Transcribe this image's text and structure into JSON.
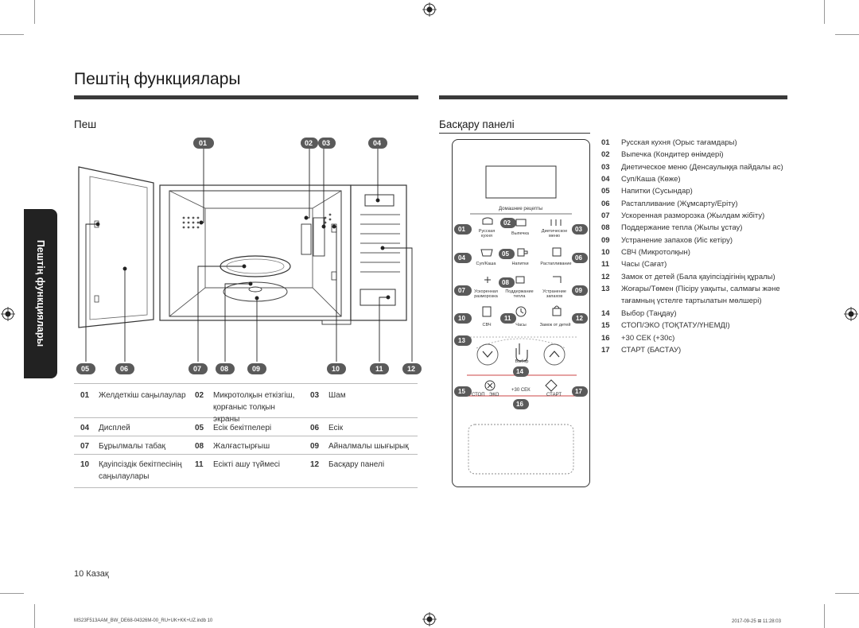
{
  "page_title": "Пештің функциялары",
  "side_tab_label": "Пештің функциялары",
  "oven_section": {
    "title": "Пеш",
    "callouts": {
      "top": [
        "01",
        "02",
        "03",
        "04"
      ],
      "bottom": [
        "05",
        "06",
        "07",
        "08",
        "09",
        "10",
        "11",
        "12"
      ]
    },
    "legend": [
      {
        "num": "01",
        "text": "Желдеткіш саңылаулар"
      },
      {
        "num": "02",
        "text": "Микротолқын еткізгіш, қорғаныс толқын экраны"
      },
      {
        "num": "03",
        "text": "Шам"
      },
      {
        "num": "04",
        "text": "Дисплей"
      },
      {
        "num": "05",
        "text": "Есік бекітпелері"
      },
      {
        "num": "06",
        "text": "Есік"
      },
      {
        "num": "07",
        "text": "Бұрылмалы табақ"
      },
      {
        "num": "08",
        "text": "Жалғастырғыш"
      },
      {
        "num": "09",
        "text": "Айналмалы шығырық"
      },
      {
        "num": "10",
        "text": "Қауіпсіздік бекітпесінің саңылаулары"
      },
      {
        "num": "11",
        "text": "Есікті ашу түймесі"
      },
      {
        "num": "12",
        "text": "Басқару панелі"
      }
    ]
  },
  "panel_section": {
    "title": "Басқару панелі",
    "panel": {
      "header": "Домашние рецепты",
      "russkaya": "Русская кухня",
      "vypechka": "Выпечка",
      "dieta": "Диетическое меню",
      "sup": "Суп/Каша",
      "napitki": "Напитки",
      "rastap": "Растапливание",
      "uskor": "Ускоренная разморозка",
      "podderzh": "Поддержание тепла",
      "ustr": "Устранение запахов",
      "svch": "СВЧ",
      "chasy": "Часы",
      "zamok": "Замок от детей",
      "vybor": "Выбор",
      "stop": "СТОП",
      "eko": "ЭКО",
      "plus30": "+30 СЕК",
      "start": "СТАРТ",
      "badges": {
        "b01": "01",
        "b02": "02",
        "b03": "03",
        "b04": "04",
        "b05": "05",
        "b06": "06",
        "b07": "07",
        "b08": "08",
        "b09": "09",
        "b10": "10",
        "b11": "11",
        "b12": "12",
        "b13": "13",
        "b14": "14",
        "b15": "15",
        "b16": "16",
        "b17": "17"
      }
    },
    "features": [
      {
        "num": "01",
        "text": "Русская кухня (Орыс тағамдары)"
      },
      {
        "num": "02",
        "text": "Выпечка (Кондитер өнімдері)"
      },
      {
        "num": "03",
        "text": "Диетическое меню (Денсаулыққа пайдалы ас)"
      },
      {
        "num": "04",
        "text": "Суп/Каша (Көже)"
      },
      {
        "num": "05",
        "text": "Напитки (Сусындар)"
      },
      {
        "num": "06",
        "text": "Растапливание (Жұмсарту/Еріту)"
      },
      {
        "num": "07",
        "text": "Ускоренная разморозка (Жылдам жібіту)"
      },
      {
        "num": "08",
        "text": "Поддержание тепла (Жылы ұстау)"
      },
      {
        "num": "09",
        "text": "Устранение запахов (Иіс кетіру)"
      },
      {
        "num": "10",
        "text": "СВЧ (Микротолқын)"
      },
      {
        "num": "11",
        "text": "Часы (Сағат)"
      },
      {
        "num": "12",
        "text": "Замок от детей (Бала қауіпсіздігінің құралы)"
      },
      {
        "num": "13",
        "text": "Жоғары/Төмен (Пісіру уақыты, салмағы және тағамның үстелге тартылатын мөлшері)"
      },
      {
        "num": "14",
        "text": "Выбор (Таңдау)"
      },
      {
        "num": "15",
        "text": "СТОП/ЭКО (ТОҚТАТУ/ҮНЕМДІ)"
      },
      {
        "num": "16",
        "text": "+30 СЕК (+30с)"
      },
      {
        "num": "17",
        "text": "СТАРТ (БАСТАУ)"
      }
    ]
  },
  "page_footer": "10  Казақ",
  "print_footer": {
    "left": "MS23F513AAM_BW_DE68-04326M-00_RU+UK+KK+UZ.indb   10",
    "right": "2017-09-25   ⊞ 11:28:03"
  }
}
